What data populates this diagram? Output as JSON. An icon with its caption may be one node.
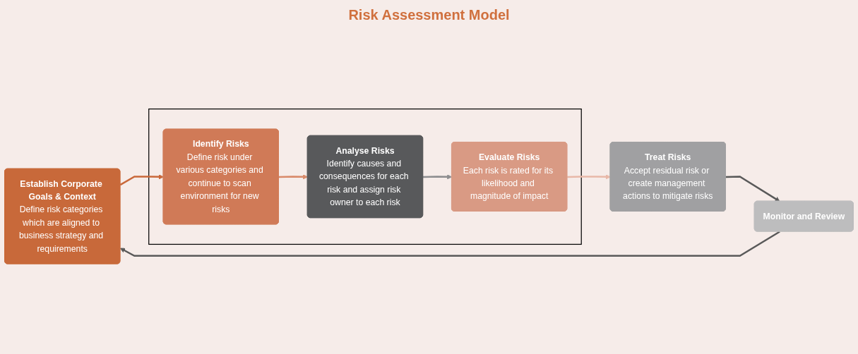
{
  "diagram": {
    "title": "Risk Assessment Model",
    "nodes": [
      {
        "text": [
          "Establish Corporate Goals & Context",
          "Define risk categories which are aligned to business strategy and requirements"
        ]
      },
      {
        "text": [],
        "shape": "box"
      },
      {
        "text": [
          "Identify Risks",
          "Define risk under various categories and continue to scan environment for new risks"
        ],
        "in": 1
      },
      {
        "text": [
          "Analyse Risks",
          "Identify causes and consequences for each risk and assign risk owner to each risk"
        ],
        "in": 1
      },
      {
        "text": [
          "Evaluate Risks",
          "Each risk is rated for its likelihood and magnitude of impact"
        ],
        "in": 1
      },
      {
        "text": [
          "Treat Risks",
          "Accept residual risk or create management actions to mitigate risks"
        ]
      },
      {
        "text": [
          "Monitor and Review"
        ]
      }
    ],
    "edges": [
      {
        "from": 0,
        "to": 2,
        "arrow": "to",
        "color": "#c9683a"
      },
      {
        "from": 2,
        "to": 3,
        "arrow": "to",
        "color": "#d98a6a"
      },
      {
        "from": 3,
        "to": 4,
        "arrow": "to",
        "color": "#8e8e90"
      },
      {
        "from": 4,
        "to": 5,
        "arrow": "to",
        "color": "#e8b8a8"
      },
      {
        "from": 5,
        "to": 6,
        "arrow": "to",
        "color": "#595959"
      },
      {
        "from": 6,
        "to": 0,
        "arrow": "to",
        "color": "#595959"
      }
    ]
  }
}
